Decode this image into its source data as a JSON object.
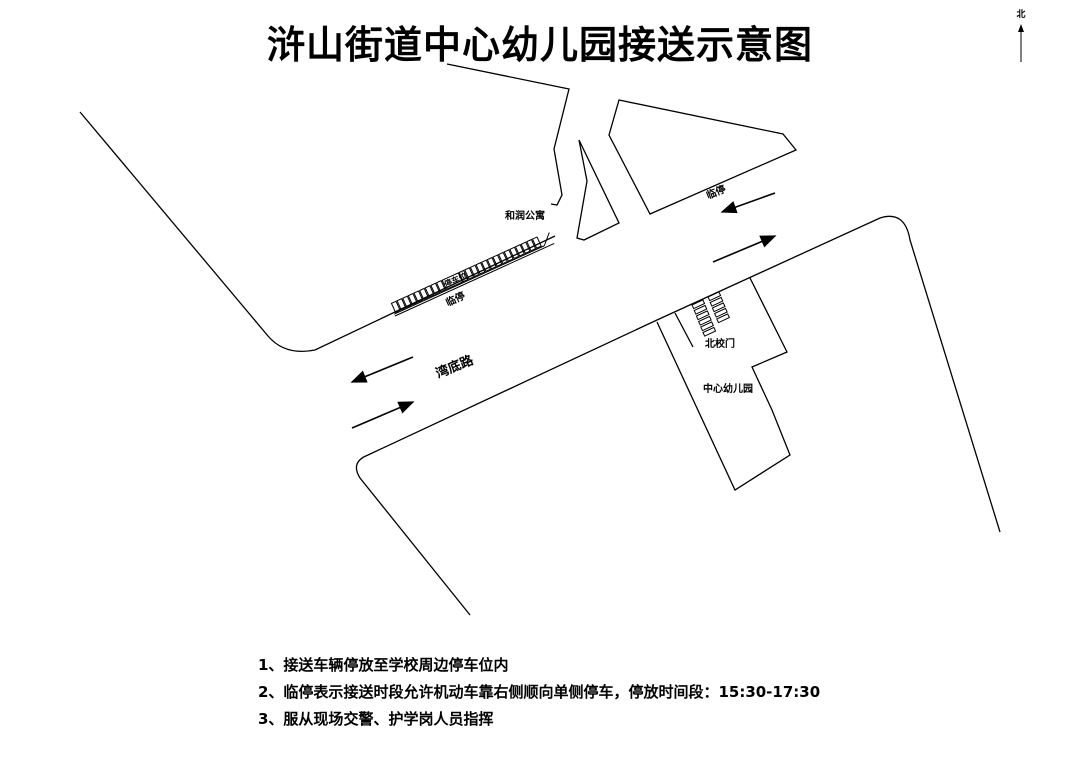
{
  "title": "浒山街道中心幼儿园接送示意图",
  "compass": {
    "label": "北",
    "icon": "north-arrow-icon"
  },
  "labels": {
    "apartment": "和润公寓",
    "road": "湾底路",
    "temp_stop_left": "临停",
    "temp_stop_right": "临停",
    "parking_spaces": "停车位",
    "north_gate": "北校门",
    "kindergarten": "中心幼儿园"
  },
  "notes": [
    "1、接送车辆停放至学校周边停车位内",
    "2、临停表示接送时段允许机动车靠右侧顺向单侧停车，停放时间段：15:30-17:30",
    "3、服从现场交警、护学岗人员指挥"
  ]
}
